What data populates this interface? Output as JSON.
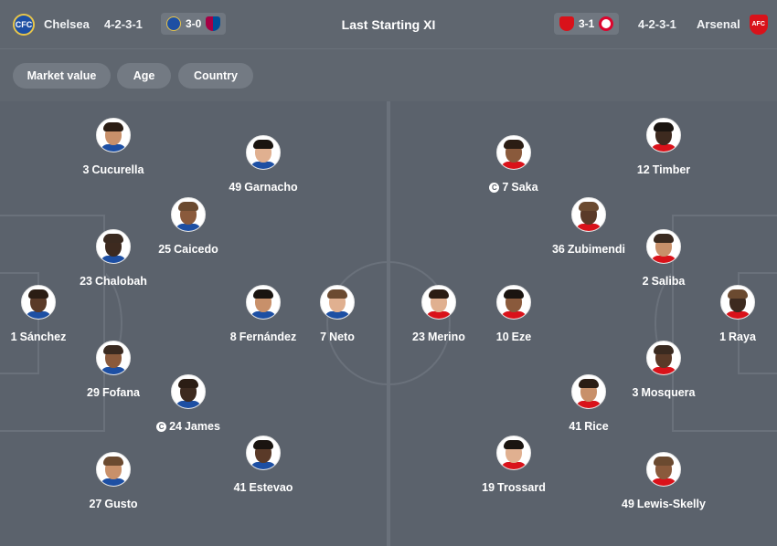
{
  "header": {
    "home": {
      "name": "Chelsea",
      "formation": "4-2-3-1",
      "crest_icon": "chelsea-crest-icon"
    },
    "home_last_match": {
      "score": "3-0",
      "home_icon": "chelsea-crest-icon",
      "away_icon": "barcelona-crest-icon"
    },
    "title": "Last Starting XI",
    "away_last_match": {
      "score": "3-1",
      "home_icon": "arsenal-crest-icon",
      "away_icon": "bayern-crest-icon"
    },
    "away": {
      "name": "Arsenal",
      "formation": "4-2-3-1",
      "crest_icon": "arsenal-crest-icon"
    }
  },
  "filters": [
    "Market value",
    "Age",
    "Country"
  ],
  "captain_icon": "C",
  "home_players": [
    {
      "number": "3",
      "name": "Cucurella",
      "captain": false
    },
    {
      "number": "49",
      "name": "Garnacho",
      "captain": false
    },
    {
      "number": "25",
      "name": "Caicedo",
      "captain": false
    },
    {
      "number": "23",
      "name": "Chalobah",
      "captain": false
    },
    {
      "number": "1",
      "name": "Sánchez",
      "captain": false
    },
    {
      "number": "8",
      "name": "Fernández",
      "captain": false
    },
    {
      "number": "7",
      "name": "Neto",
      "captain": false
    },
    {
      "number": "29",
      "name": "Fofana",
      "captain": false
    },
    {
      "number": "24",
      "name": "James",
      "captain": true
    },
    {
      "number": "41",
      "name": "Estevao",
      "captain": false
    },
    {
      "number": "27",
      "name": "Gusto",
      "captain": false
    }
  ],
  "away_players": [
    {
      "number": "7",
      "name": "Saka",
      "captain": true
    },
    {
      "number": "12",
      "name": "Timber",
      "captain": false
    },
    {
      "number": "36",
      "name": "Zubimendi",
      "captain": false
    },
    {
      "number": "2",
      "name": "Saliba",
      "captain": false
    },
    {
      "number": "23",
      "name": "Merino",
      "captain": false
    },
    {
      "number": "10",
      "name": "Eze",
      "captain": false
    },
    {
      "number": "1",
      "name": "Raya",
      "captain": false
    },
    {
      "number": "3",
      "name": "Mosquera",
      "captain": false
    },
    {
      "number": "41",
      "name": "Rice",
      "captain": false
    },
    {
      "number": "19",
      "name": "Trossard",
      "captain": false
    },
    {
      "number": "49",
      "name": "Lewis-Skelly",
      "captain": false
    }
  ]
}
